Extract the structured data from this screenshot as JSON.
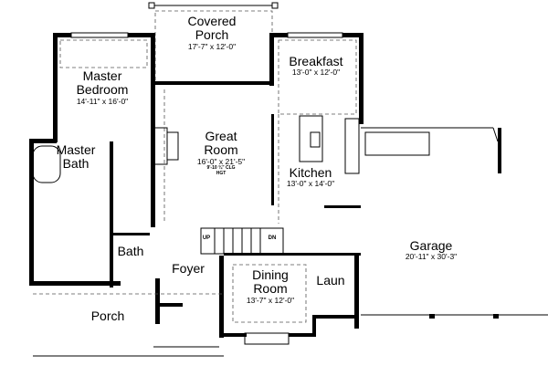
{
  "rooms": {
    "covered_porch": {
      "name_1": "Covered",
      "name_2": "Porch",
      "dims": "17'-7\" x 12'-0\""
    },
    "master_bedroom": {
      "name_1": "Master",
      "name_2": "Bedroom",
      "dims": "14'-11\" x 16'-0\""
    },
    "breakfast": {
      "name": "Breakfast",
      "dims": "13'-0\" x 12'-0\""
    },
    "great_room": {
      "name_1": "Great",
      "name_2": "Room",
      "dims": "16'-0\" x 21'-5\"",
      "ceiling_1": "9'-10 ¾\" CLG",
      "ceiling_2": "HGT"
    },
    "master_bath": {
      "name_1": "Master",
      "name_2": "Bath"
    },
    "kitchen": {
      "name": "Kitchen",
      "dims": "13'-0\" x 14'-0\""
    },
    "bath": {
      "name": "Bath"
    },
    "foyer": {
      "name": "Foyer"
    },
    "dining_room": {
      "name_1": "Dining",
      "name_2": "Room",
      "dims": "13'-7\" x 12'-0\""
    },
    "laundry": {
      "name": "Laun"
    },
    "porch": {
      "name": "Porch"
    },
    "garage": {
      "name": "Garage",
      "dims": "20'-11\" x 30'-3\""
    }
  },
  "stairs": {
    "up": "UP",
    "down": "DN"
  }
}
